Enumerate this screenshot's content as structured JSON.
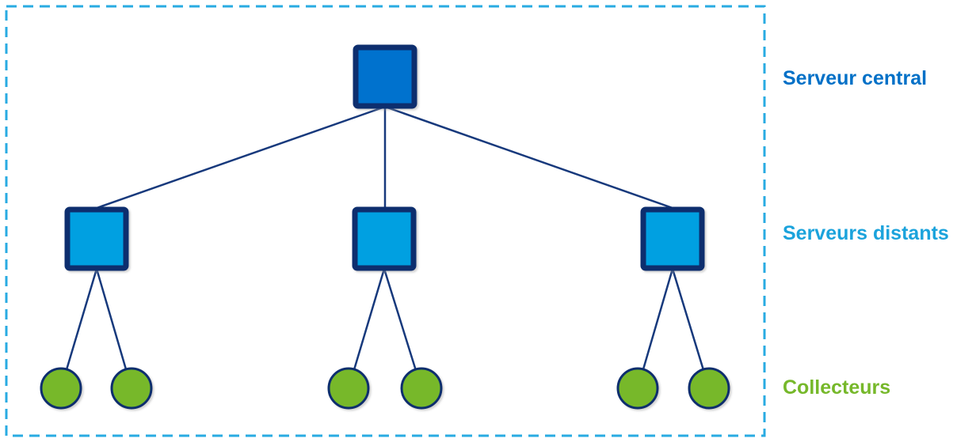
{
  "diagram": {
    "type": "tree-topology",
    "levels": [
      {
        "id": "central-server",
        "label": "Serveur central",
        "shape": "square",
        "count": 1
      },
      {
        "id": "remote-servers",
        "label": "Serveurs distants",
        "shape": "square",
        "count": 3
      },
      {
        "id": "collectors",
        "label": "Collecteurs",
        "shape": "circle",
        "count": 6
      }
    ],
    "structure": {
      "remote_servers_per_central": 3,
      "collectors_per_remote_server": 2
    }
  },
  "colors": {
    "central_fill": "#0072CE",
    "remote_fill": "#00A0E1",
    "collector_fill": "#77B829",
    "node_border": "#0C2E6E",
    "connector": "#17397C",
    "frame": "#29ABE2",
    "label_central": "#0070C7",
    "label_remote": "#1BA3DC",
    "label_collectors": "#76B82A"
  }
}
